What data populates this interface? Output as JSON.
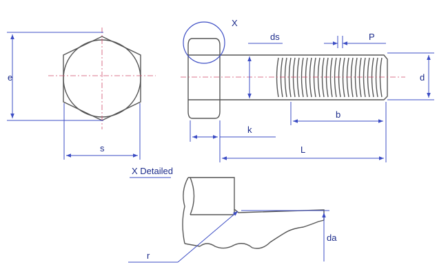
{
  "colors": {
    "dimension": "#3b4cc4",
    "part_outline": "#555555",
    "centerline": "#d04a6a",
    "text": "#1a2a8a"
  },
  "labels": {
    "x": "X",
    "ds": "ds",
    "p": "P",
    "e": "e",
    "d": "d",
    "b": "b",
    "k": "k",
    "s": "s",
    "l": "L",
    "x_detailed": "X Detailed",
    "r": "r",
    "da": "da"
  }
}
